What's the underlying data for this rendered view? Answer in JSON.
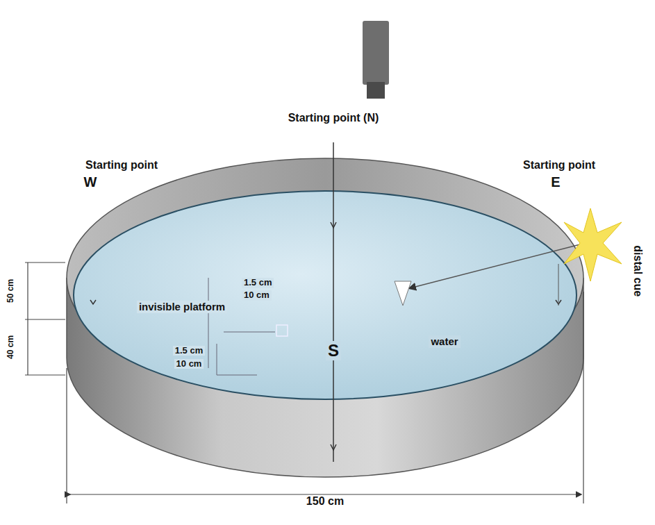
{
  "diagram": {
    "labels": [
      "Starting point (N)",
      "Starting point",
      "W",
      "Starting point",
      "E",
      "distal cue",
      "50 cm",
      "40 cm",
      "invisible platform",
      "1.5 cm",
      "10 cm",
      "1.5 cm",
      "10 cm",
      "S",
      "water",
      "150 cm"
    ]
  }
}
